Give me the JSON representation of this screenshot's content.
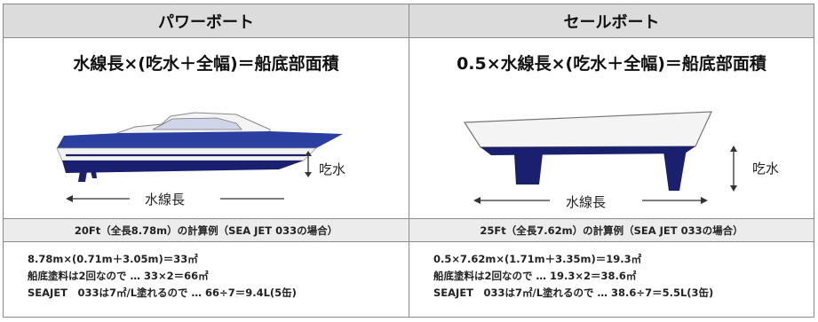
{
  "power": {
    "title": "パワーボート",
    "formula": "水線長×(吃水＋全幅)＝船底部面積",
    "draft_label": "吃水",
    "waterline_label": "水線長",
    "example_title": "20Ft（全長8.78m）の計算例（SEA JET 033の場合）",
    "lines": [
      "8.78m×(0.71m＋3.05m)＝33㎡",
      "船底塗料は2回なので … 33×2＝66㎡",
      "SEAJET　033は7㎡/L塗れるので … 66÷7＝9.4L(5缶)"
    ]
  },
  "sail": {
    "title": "セールボート",
    "formula": "0.5×水線長×(吃水＋全幅)＝船底部面積",
    "draft_label": "吃水",
    "waterline_label": "水線長",
    "example_title": "25Ft（全長7.62m）の計算例（SEA JET 033の場合）",
    "lines": [
      "0.5×7.62m×(1.71m＋3.35m)＝19.3㎡",
      "船底塗料は2回なので … 19.3×2＝38.6㎡",
      "SEAJET　033は7㎡/L塗れるので … 38.6÷7＝5.5L(3缶)"
    ]
  },
  "colors": {
    "header_bg": "#dcdcdc",
    "subheader_bg": "#ececec",
    "hull_navy": "#1a1f6e",
    "stripe_blue": "#2a3fa0",
    "border": "#8a8a8a"
  }
}
